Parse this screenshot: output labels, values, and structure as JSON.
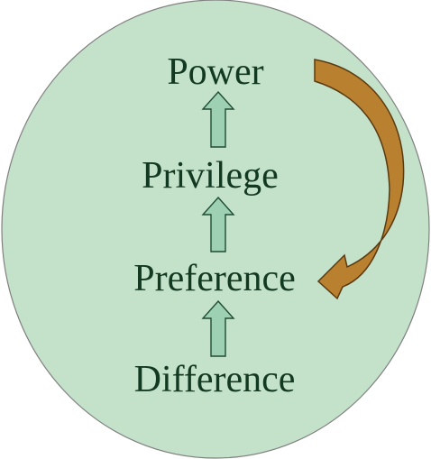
{
  "diagram": {
    "terms": [
      "Power",
      "Privilege",
      "Preference",
      "Difference"
    ],
    "colors": {
      "background": "#c4e2c9",
      "text": "#123a22",
      "up_arrow_fill": "#9ed1b3",
      "up_arrow_stroke": "#1e4c34",
      "curved_arrow_fill": "#b9812f",
      "curved_arrow_stroke": "#5a3a12"
    },
    "icons": {
      "up_arrow": "arrow-up-icon",
      "curved_arrow": "curved-arrow-icon"
    }
  }
}
